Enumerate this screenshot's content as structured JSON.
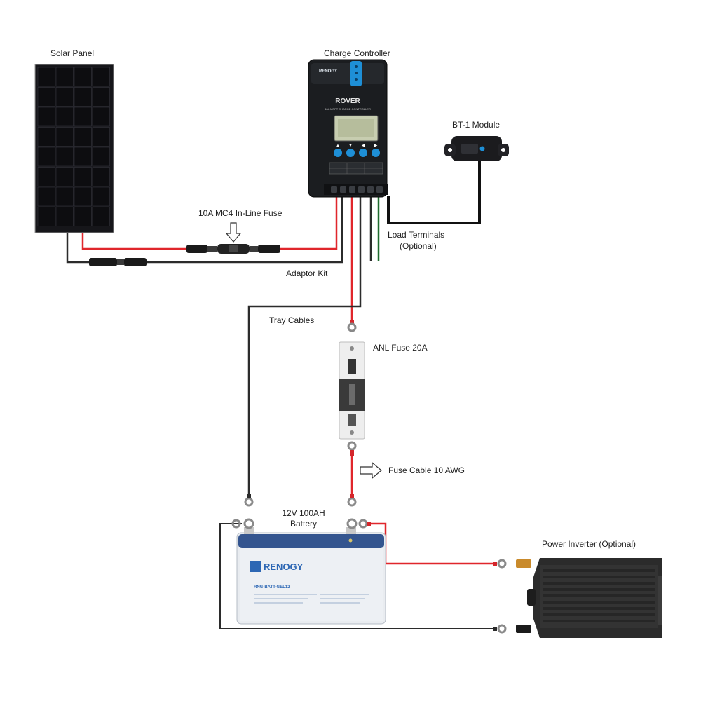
{
  "labels": {
    "solar_panel": "Solar Panel",
    "charge_controller": "Charge Controller",
    "bt1_module": "BT-1 Module",
    "inline_fuse": "10A MC4 In-Line Fuse",
    "load_terminals": "Load Terminals",
    "load_optional": "(Optional)",
    "adaptor_kit": "Adaptor Kit",
    "tray_cables": "Tray Cables",
    "anl_fuse": "ANL Fuse 20A",
    "fuse_cable": "Fuse Cable 10 AWG",
    "battery_line1": "12V 100AH",
    "battery_line2": "Battery",
    "power_inverter": "Power Inverter (Optional)"
  },
  "device_text": {
    "controller_brand": "RENOGY",
    "controller_model": "ROVER",
    "controller_subtitle": "40A MPPT CHARGE CONTROLLER",
    "battery_brand": "RENOGY",
    "battery_model": "RNG-BATT-GEL12"
  },
  "colors": {
    "positive_wire": "#e0262b",
    "negative_wire": "#2b2b2b",
    "load_wire": "#1f6b2e",
    "controller_body": "#1b1d20",
    "controller_accent": "#1e8fd6",
    "solar_cell": "#0d0d10",
    "battery_body": "#e9ecf0",
    "battery_lid": "#34558f",
    "inverter_body": "#2a2a2a"
  }
}
